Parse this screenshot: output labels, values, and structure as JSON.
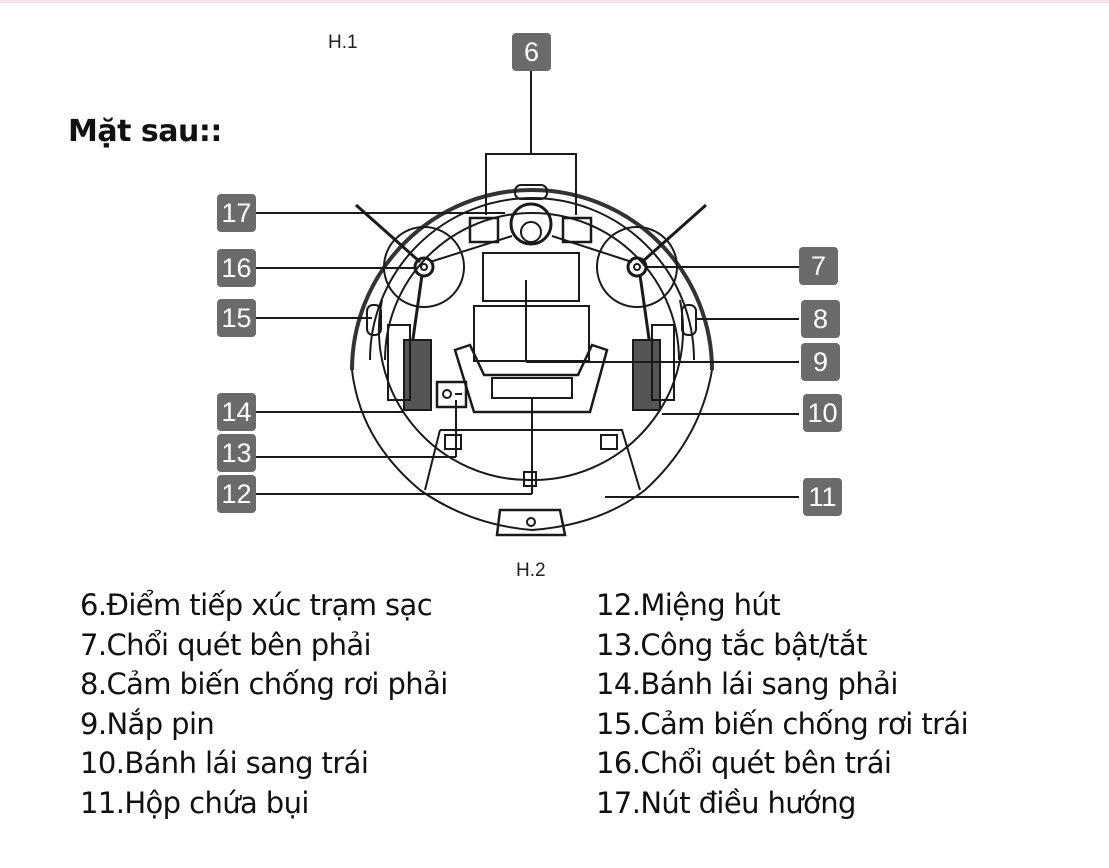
{
  "figure_labels": {
    "h1": "H.1",
    "h2": "H.2"
  },
  "section_title": "Mặt sau::",
  "callouts": {
    "b6": "6",
    "b7": "7",
    "b8": "8",
    "b9": "9",
    "b10": "10",
    "b11": "11",
    "b12": "12",
    "b13": "13",
    "b14": "14",
    "b15": "15",
    "b16": "16",
    "b17": "17"
  },
  "badge_color": "#6b6b6b",
  "legend": {
    "left": [
      "6.Điểm tiếp xúc trạm sạc",
      "7.Chổi quét bên phải",
      "8.Cảm biến chống rơi phải",
      "9.Nắp pin",
      "10.Bánh lái sang trái",
      "11.Hộp chứa bụi"
    ],
    "right": [
      "12.Miệng hút",
      "13.Công tắc bật/tắt",
      "14.Bánh lái sang phải",
      "15.Cảm biến chống rơi trái",
      "16.Chổi quét bên trái",
      "17.Nút điều hướng"
    ]
  }
}
